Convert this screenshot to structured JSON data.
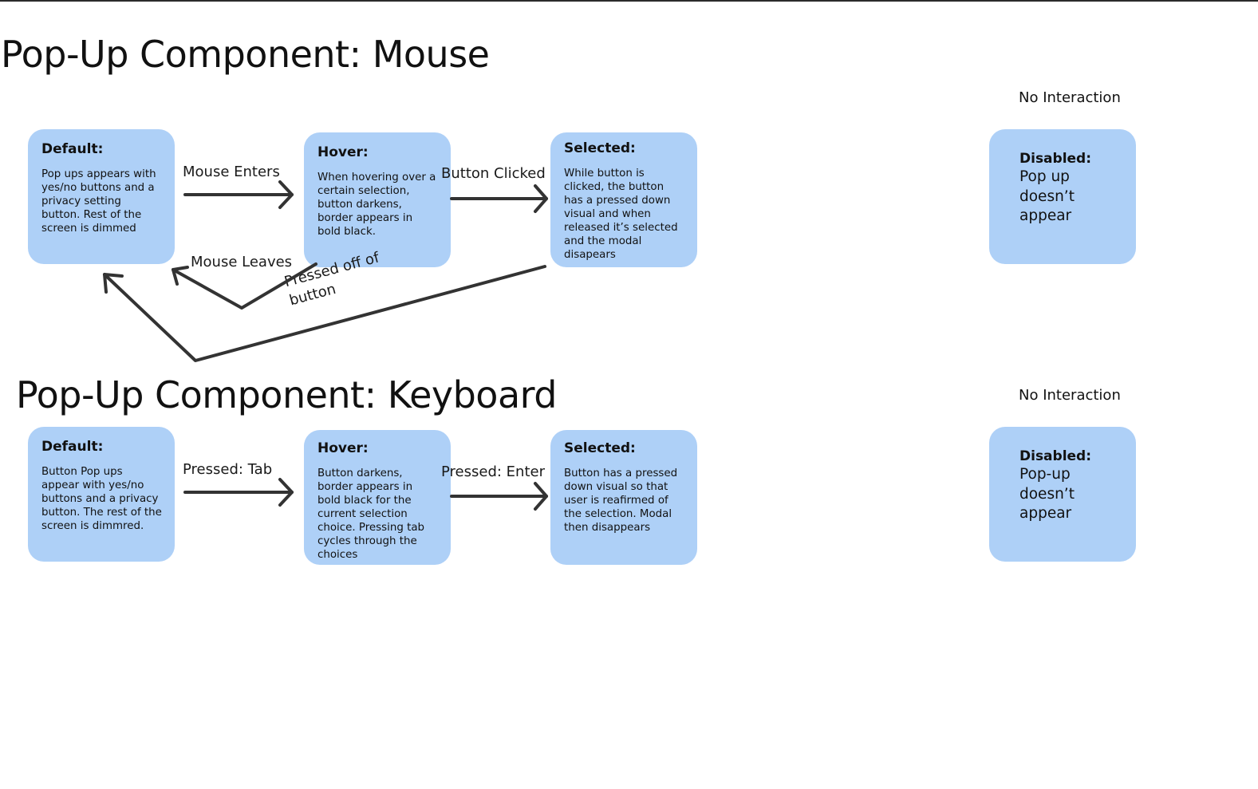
{
  "mouse": {
    "title": "Pop-Up Component: Mouse",
    "no_interaction": "No Interaction",
    "default": {
      "title": "Default:",
      "desc": "Pop ups appears with yes/no buttons and a privacy setting button. Rest of the screen is dimmed"
    },
    "hover": {
      "title": "Hover:",
      "desc": "When hovering over a certain selection, button darkens, border appears in bold black."
    },
    "selected": {
      "title": "Selected:",
      "desc": "While button is clicked, the button has a pressed down visual and when released it’s selected and the modal disapears"
    },
    "disabled": {
      "title": "Disabled:",
      "desc": "Pop up doesn’t appear"
    },
    "transitions": {
      "mouse_enters": "Mouse Enters",
      "button_clicked": "Button Clicked",
      "mouse_leaves": "Mouse Leaves",
      "pressed_off": "Pressed off of button"
    }
  },
  "keyboard": {
    "title": "Pop-Up Component: Keyboard",
    "no_interaction": "No Interaction",
    "default": {
      "title": "Default:",
      "desc": "Button Pop ups appear with yes/no buttons and a privacy button. The rest of the screen is dimmred."
    },
    "hover": {
      "title": "Hover:",
      "desc": "Button darkens, border appears in bold black for the current selection choice. Pressing tab cycles through the choices"
    },
    "selected": {
      "title": "Selected:",
      "desc": "Button has a pressed down visual so that user is reafirmed of the selection. Modal then disappears"
    },
    "disabled": {
      "title": "Disabled:",
      "desc": "Pop-up doesn’t appear"
    },
    "transitions": {
      "pressed_tab": "Pressed: Tab",
      "pressed_enter": "Pressed: Enter"
    }
  },
  "colors": {
    "box_fill": "#aed0f7",
    "arrow_stroke": "#333333",
    "text": "#111111"
  },
  "icons": {
    "transition_arrow": "arrow-right-icon",
    "return_arrow": "arrow-return-icon"
  }
}
